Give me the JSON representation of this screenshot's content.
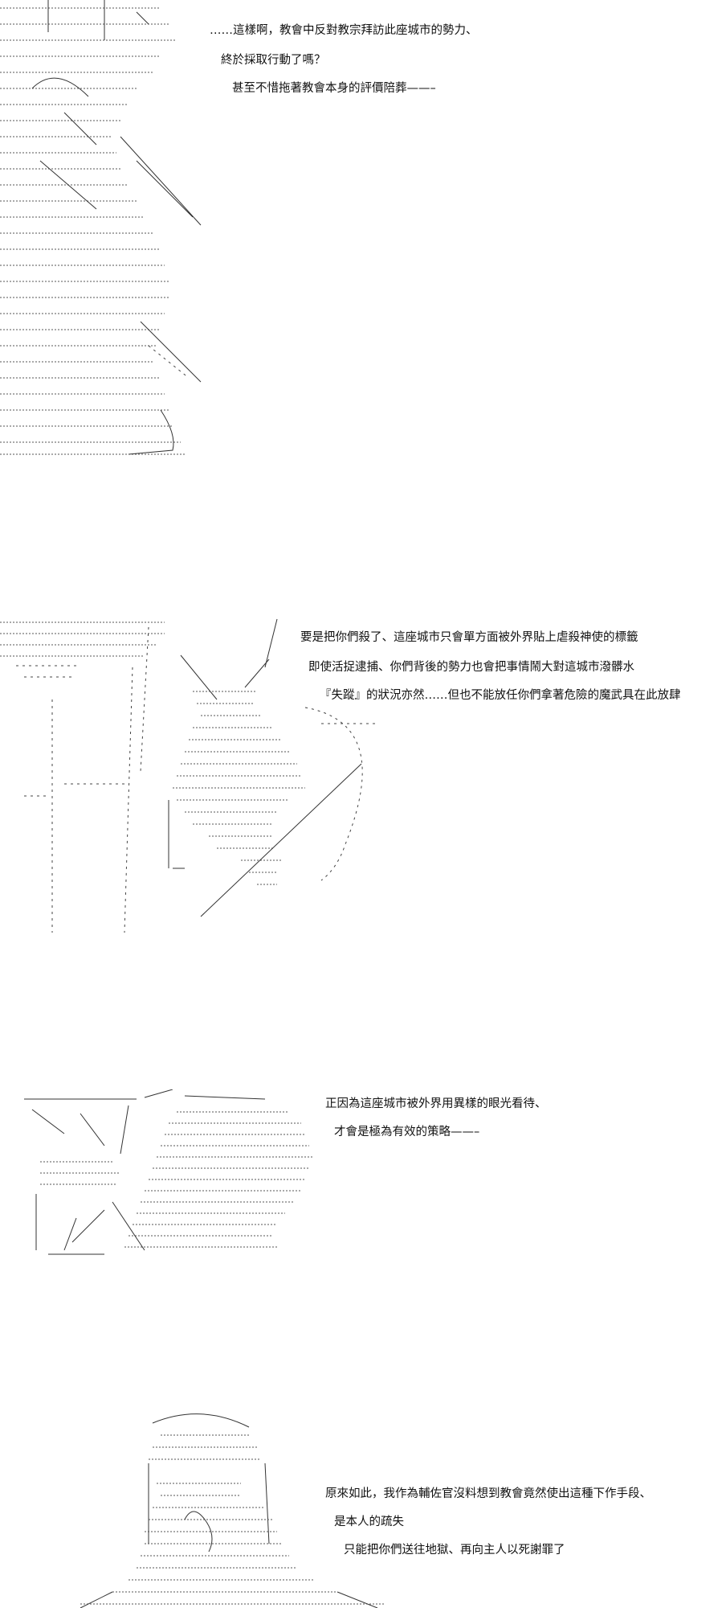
{
  "panels": [
    {
      "lines": [
        "……這樣啊，教會中反對教宗拜訪此座城市的勢力、",
        "終於採取行動了嗎？",
        "甚至不惜拖著教會本身的評價陪葬——–"
      ]
    },
    {
      "lines": [
        "要是把你們殺了、這座城市只會單方面被外界貼上虐殺神使的標籤",
        "即使活捉逮捕、你們背後的勢力也會把事情鬧大對這城市潑髒水",
        "『失蹤』的狀況亦然……但也不能放任你們拿著危險的魔武具在此放肆"
      ]
    },
    {
      "lines": [
        "正因為這座城市被外界用異樣的眼光看待、",
        "才會是極為有效的策略——–"
      ]
    },
    {
      "lines": [
        "原來如此，我作為輔佐官沒料想到教會竟然使出這種下作手段、",
        "是本人的疏失",
        "只能把你們送往地獄、再向主人以死謝罪了"
      ]
    }
  ]
}
